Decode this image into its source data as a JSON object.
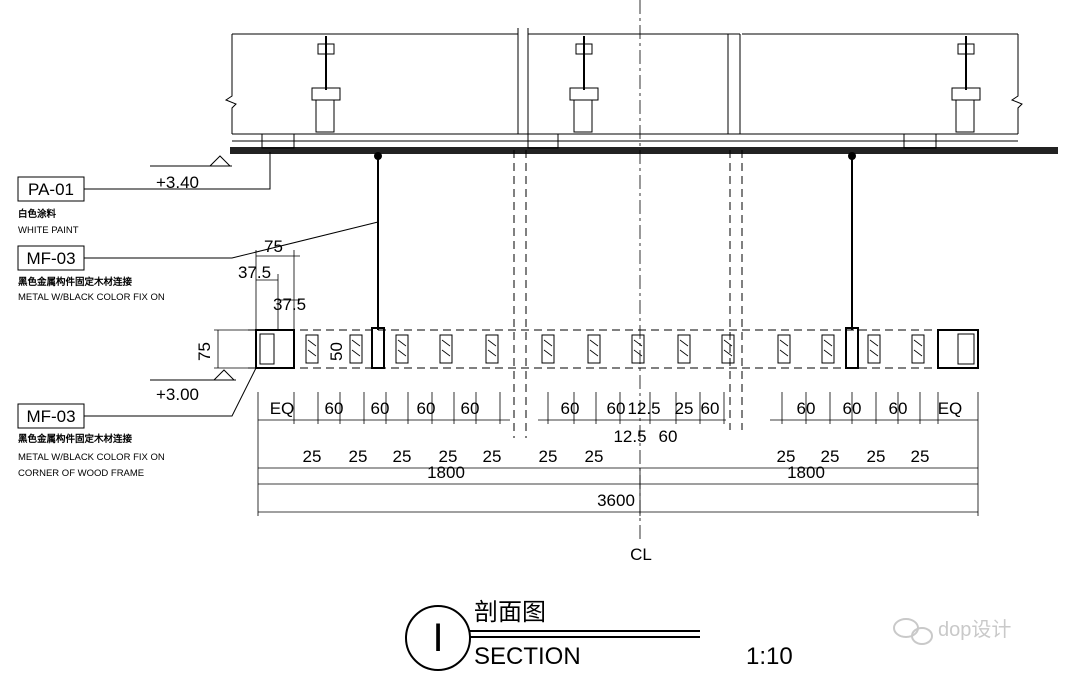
{
  "tags": {
    "pa01": {
      "code": "PA-01",
      "cn": "白色涂料",
      "en": "WHITE PAINT"
    },
    "mf03_top": {
      "code": "MF-03",
      "cn": "黑色金属构件固定木材连接",
      "en": "METAL W/BLACK COLOR FIX ON"
    },
    "mf03_bottom": {
      "code": "MF-03",
      "cn": "黑色金属构件固定木材连接",
      "en1": "METAL W/BLACK COLOR FIX ON",
      "en2": "CORNER OF WOOD FRAME"
    }
  },
  "levels": {
    "ceiling": "+3.40",
    "frame_bottom": "+3.00"
  },
  "dims": {
    "d75_top": "75",
    "d37_5_a": "37.5",
    "d37_5_b": "37.5",
    "d75_side": "75",
    "d50": "50",
    "row1_left": [
      "EQ",
      "60",
      "60",
      "60",
      "60"
    ],
    "row1_mid": [
      "60",
      "60",
      "12.5",
      "25",
      "60"
    ],
    "row1_right": [
      "60",
      "60",
      "60",
      "EQ"
    ],
    "row1_sub": [
      "12.5",
      "60"
    ],
    "row2_left": [
      "25",
      "25",
      "25",
      "25",
      "25"
    ],
    "row2_mid": [
      "25",
      "25"
    ],
    "row2_right": [
      "25",
      "25",
      "25",
      "25"
    ],
    "half_left": "1800",
    "half_right": "1800",
    "total": "3600"
  },
  "centerline": "CL",
  "title": {
    "circle_label": "I",
    "cn": "剖面图",
    "en": "SECTION",
    "scale": "1:10"
  },
  "watermark": "dop设计"
}
